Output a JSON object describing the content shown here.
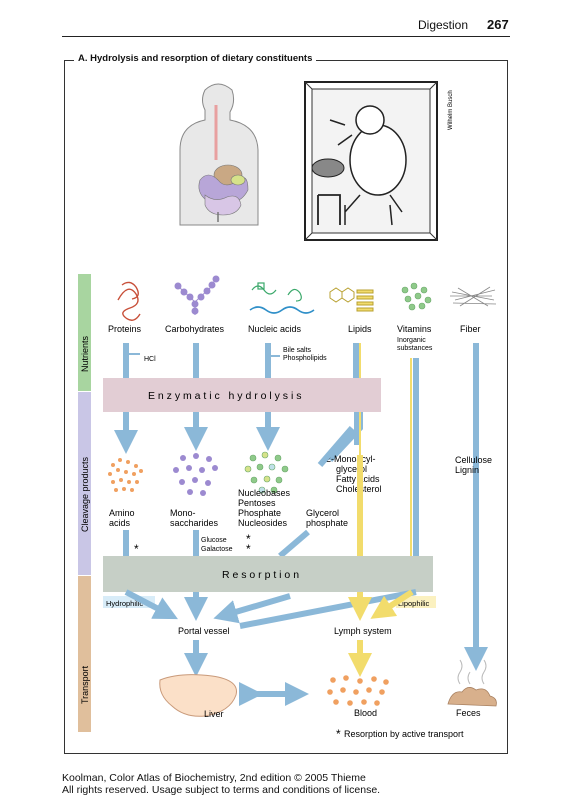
{
  "header": {
    "title": "Digestion",
    "page_number": "267"
  },
  "section_title": "A. Hydrolysis and resorption of dietary constituents",
  "illustration_credit": "Wilhelm Busch",
  "bands": {
    "nutrients": "Nutrients",
    "cleavage": "Cleavage products",
    "transport": "Transport"
  },
  "nutrients": {
    "proteins": "Proteins",
    "carbohydrates": "Carbohydrates",
    "nucleic_acids": "Nucleic acids",
    "lipids": "Lipids",
    "vitamins": "Vitamins",
    "inorganic_1": "Inorganic",
    "inorganic_2": "substances",
    "fiber": "Fiber"
  },
  "agents": {
    "hcl": "HCl",
    "bile_1": "Bile salts",
    "bile_2": "Phospholipids"
  },
  "processes": {
    "hydrolysis": "E n z y m a t i c   h y d r o l y s i s",
    "resorption": "R e s o r p t i o n"
  },
  "cleavage": {
    "amino_1": "Amino",
    "amino_2": "acids",
    "mono_1": "Mono-",
    "mono_2": "saccharides",
    "nucleo_1": "Nucleobases",
    "nucleo_2": "Pentoses",
    "nucleo_3": "Phosphate",
    "nucleo_4": "Nucleosides",
    "glycerol_1": "Glycerol",
    "glycerol_2": "phosphate",
    "lipid_1": "2-Monoacyl-",
    "lipid_2": "glycerol",
    "lipid_3": "Fatty acids",
    "lipid_4": "Cholesterol",
    "fiber_1": "Cellulose",
    "fiber_2": "Lignin",
    "glucose": "Glucose",
    "galactose": "Galactose"
  },
  "asterisk": "*",
  "transport": {
    "hydrophilic": "Hydrophilic",
    "lipophilic": "Lipophilic",
    "portal": "Portal vessel",
    "lymph": "Lymph system",
    "liver": "Liver",
    "blood": "Blood",
    "feces": "Feces"
  },
  "note": "Resorption by active transport",
  "footer": {
    "line1": "Koolman, Color Atlas of Biochemistry, 2nd edition © 2005 Thieme",
    "line2": "All rights reserved. Usage subject to terms and conditions of license."
  },
  "colors": {
    "nutrient_band": "#a8d5a0",
    "cleavage_band": "#c9c6e6",
    "transport_band": "#e0bf9c",
    "hydrolysis_box": "#e2cdd4",
    "resorption_box": "#c6cfc6",
    "arrow_blue": "#8bb8d8",
    "lipid_yellow": "#f2dc6c",
    "protein_orange": "#f0a060",
    "carb_purple": "#9c8ad0",
    "nucleo_green": "#8fca8a"
  }
}
